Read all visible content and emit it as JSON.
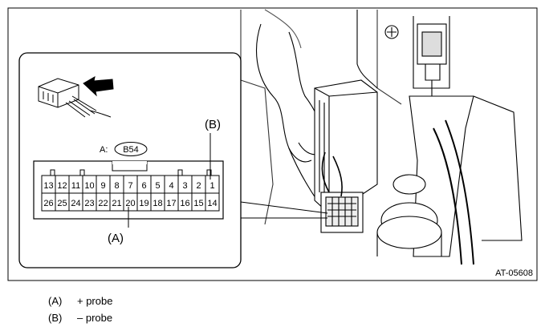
{
  "figure_code": "AT-05608",
  "connector": {
    "prefix": "A:",
    "name": "B54",
    "top_row": [
      "13",
      "12",
      "11",
      "10",
      "9",
      "8",
      "7",
      "6",
      "5",
      "4",
      "3",
      "2",
      "1"
    ],
    "bottom_row": [
      "26",
      "25",
      "24",
      "23",
      "22",
      "21",
      "20",
      "19",
      "18",
      "17",
      "16",
      "15",
      "14"
    ]
  },
  "callouts": {
    "a": "(A)",
    "b": "(B)"
  },
  "legend": [
    {
      "key": "(A)",
      "text": "+ probe"
    },
    {
      "key": "(B)",
      "text": "– probe"
    }
  ]
}
